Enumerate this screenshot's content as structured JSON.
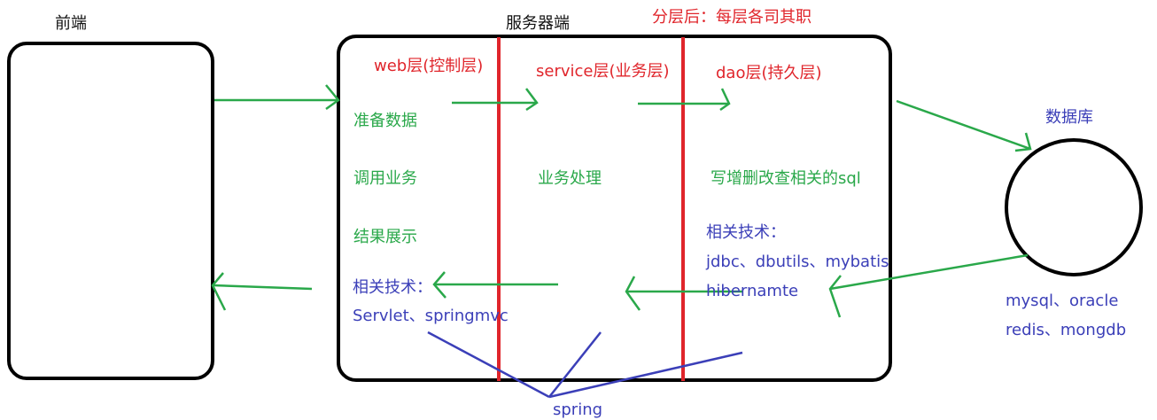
{
  "labels": {
    "frontend": "前端",
    "server": "服务器端",
    "layered_note": "分层后：每层各司其职",
    "web_layer": "web层(控制层)",
    "service_layer": "service层(业务层)",
    "dao_layer": "dao层(持久层)",
    "database": "数据库"
  },
  "web": {
    "step1": "准备数据",
    "step2": "调用业务",
    "step3": "结果展示",
    "tech_title": "相关技术：",
    "tech_items": "Servlet、springmvc"
  },
  "service": {
    "task": "业务处理"
  },
  "dao": {
    "task": "写增删改查相关的sql",
    "tech_title": "相关技术：",
    "tech_line1": "jdbc、dbutils、mybatis",
    "tech_line2": "hibernamte"
  },
  "db": {
    "line1": "mysql、oracle",
    "line2": "redis、mongdb"
  },
  "spring": "spring",
  "colors": {
    "black": "#111111",
    "red": "#e0252b",
    "green": "#2aa84a",
    "blue": "#3b3fb8"
  }
}
